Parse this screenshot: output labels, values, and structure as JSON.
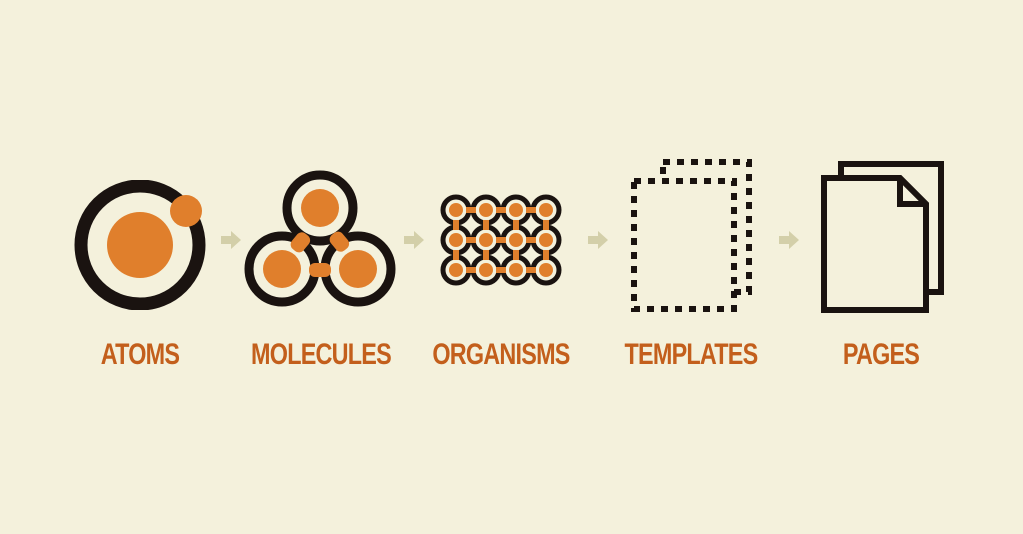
{
  "diagram": {
    "stages": [
      {
        "label": "ATOMS",
        "icon": "atom-icon"
      },
      {
        "label": "MOLECULES",
        "icon": "molecule-icon"
      },
      {
        "label": "ORGANISMS",
        "icon": "organism-icon"
      },
      {
        "label": "TEMPLATES",
        "icon": "template-icon"
      },
      {
        "label": "PAGES",
        "icon": "pages-icon"
      }
    ],
    "colors": {
      "background": "#f4f1dc",
      "accent": "#e07f2c",
      "ink": "#1a1310",
      "label": "#c35f1c",
      "arrow": "#d3cfa9"
    }
  }
}
